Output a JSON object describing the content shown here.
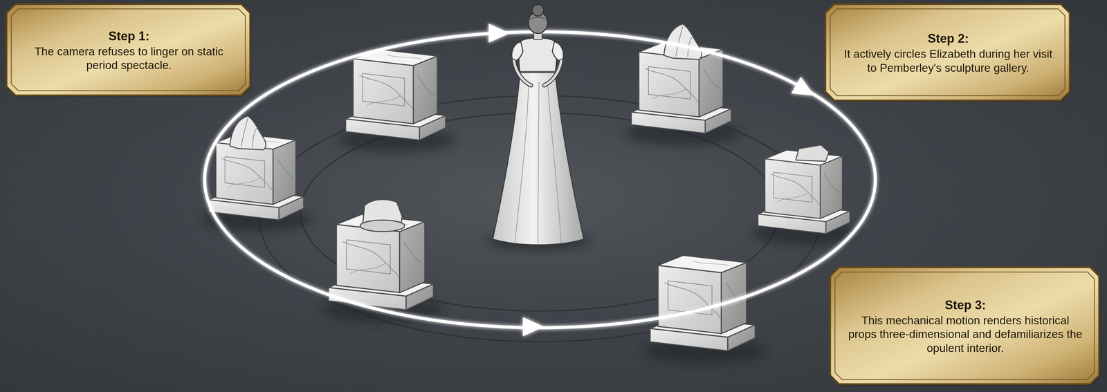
{
  "diagram": {
    "nodes": [
      {
        "text": [
          "Step 1:",
          "The camera refuses to linger on static period spectacle."
        ]
      },
      {
        "text": [
          "Step 2:",
          "It actively circles Elizabeth during her visit to Pemberley's sculpture gallery."
        ]
      },
      {
        "text": [
          "Step 3:",
          "This mechanical motion renders historical props three-dimensional and defamiliarizes the opulent interior."
        ]
      }
    ]
  }
}
